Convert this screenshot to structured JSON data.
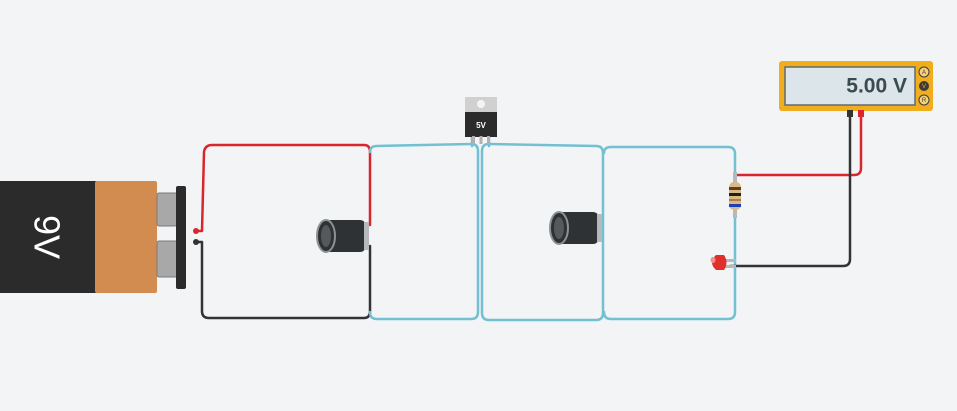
{
  "battery": {
    "label": "9V",
    "icon": "battery-icon"
  },
  "regulator": {
    "label": "5V",
    "icon": "voltage-regulator-icon"
  },
  "multimeter": {
    "reading": "5.00 V",
    "modes": [
      "A",
      "V",
      "R"
    ],
    "selected_mode": "V",
    "icon": "multimeter-icon"
  },
  "components": {
    "capacitor_1": "capacitor-icon",
    "capacitor_2": "capacitor-icon",
    "resistor": "resistor-icon",
    "led": "led-icon"
  },
  "colors": {
    "wire_positive": "#d9262c",
    "wire_negative": "#333333",
    "wire_blue": "#72c0d1",
    "battery_body": "#d28c50",
    "battery_cap": "#2b2b2b",
    "meter_frame": "#f0ad1e",
    "meter_screen": "#dbe5ea",
    "led": "#e0302c"
  }
}
